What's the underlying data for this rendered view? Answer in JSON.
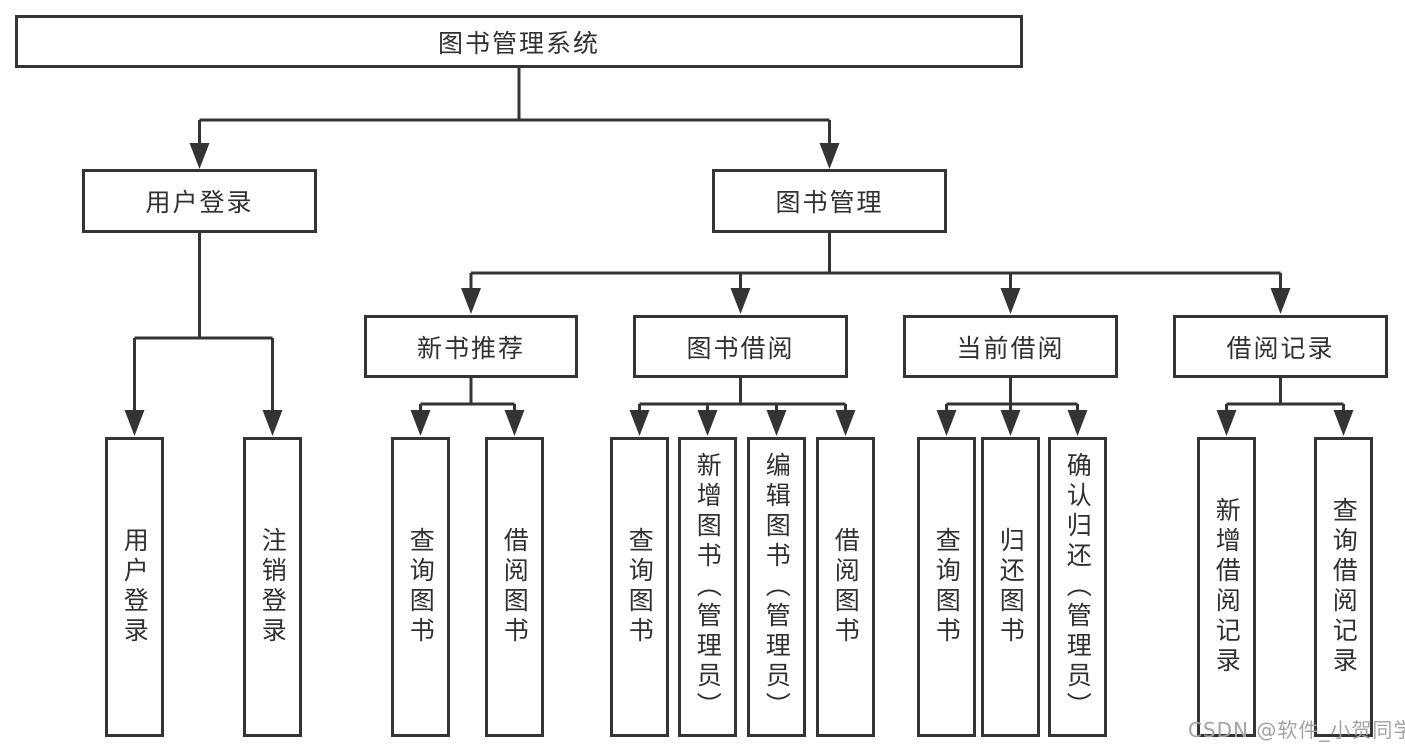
{
  "diagram": {
    "root": {
      "label": "图书管理系统",
      "children": [
        {
          "label": "用户登录",
          "children": [
            {
              "label": "用户登录"
            },
            {
              "label": "注销登录"
            }
          ]
        },
        {
          "label": "图书管理",
          "children": [
            {
              "label": "新书推荐",
              "children": [
                {
                  "label": "查询图书"
                },
                {
                  "label": "借阅图书"
                }
              ]
            },
            {
              "label": "图书借阅",
              "children": [
                {
                  "label": "查询图书"
                },
                {
                  "label": "新增图书（管理员）"
                },
                {
                  "label": "编辑图书（管理员）"
                },
                {
                  "label": "借阅图书"
                }
              ]
            },
            {
              "label": "当前借阅",
              "children": [
                {
                  "label": "查询图书"
                },
                {
                  "label": "归还图书"
                },
                {
                  "label": "确认归还（管理员）"
                }
              ]
            },
            {
              "label": "借阅记录",
              "children": [
                {
                  "label": "新增借阅记录"
                },
                {
                  "label": "查询借阅记录"
                }
              ]
            }
          ]
        }
      ]
    }
  },
  "watermark": {
    "text": "CSDN @软件_小贺同学"
  },
  "colors": {
    "line": "#343434",
    "text": "#303030",
    "background": "#ffffff",
    "watermark": "#a3a3a3"
  }
}
